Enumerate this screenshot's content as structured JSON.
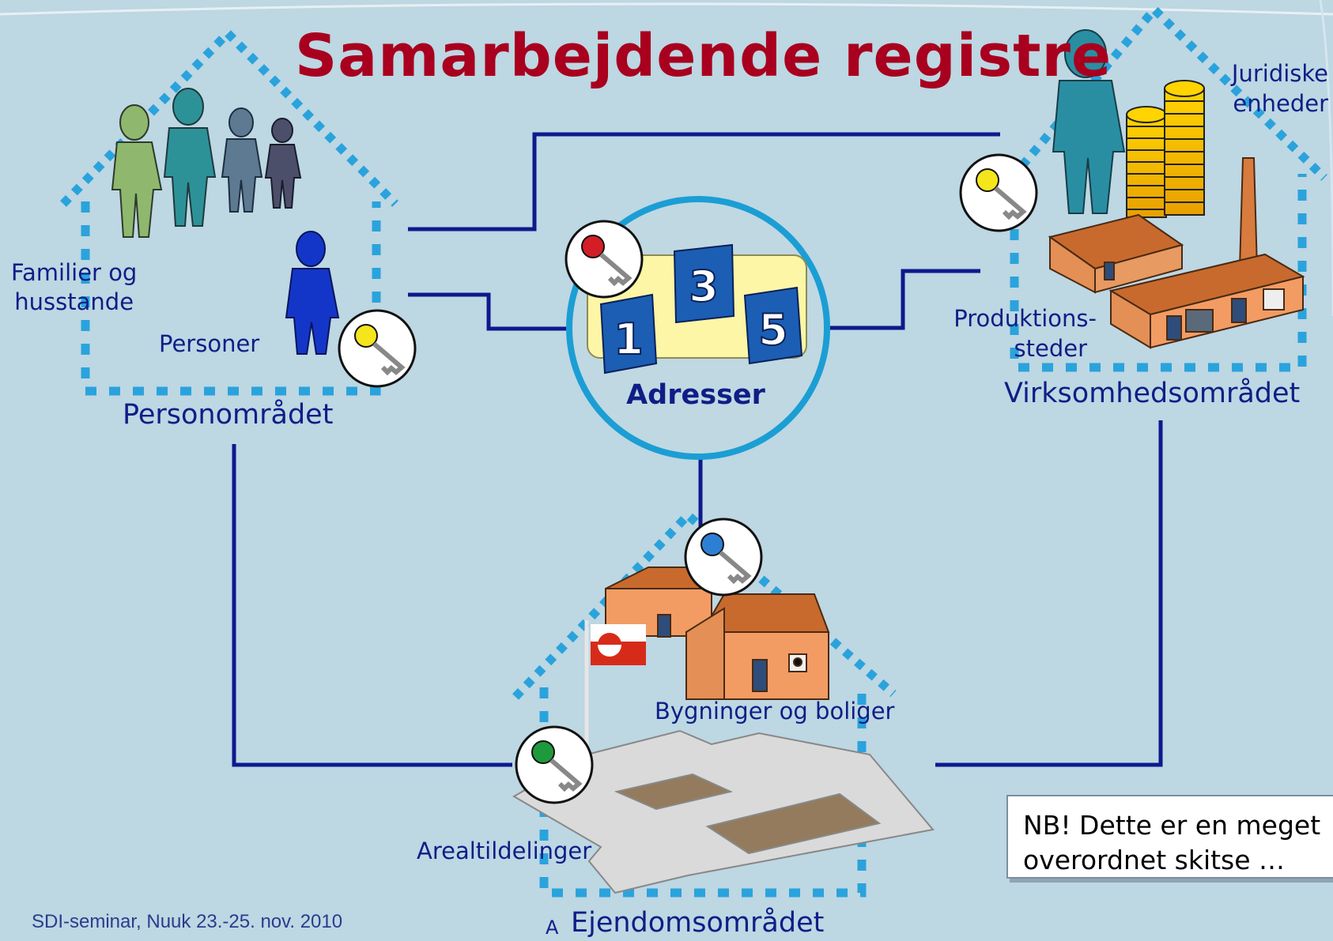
{
  "title": "Samarbejdende registre",
  "center": {
    "label": "Adresser",
    "cards": [
      "1",
      "3",
      "5"
    ]
  },
  "areas": {
    "person": "Personområdet",
    "business": "Virksomhedsområdet",
    "property": "Ejendomsområdet",
    "property_prefix": "A"
  },
  "labels": {
    "families": [
      "Familier og",
      "husstande"
    ],
    "persons": "Personer",
    "legal_entities": [
      "Juridiske",
      "enheder"
    ],
    "production_sites": [
      "Produktions-",
      "steder"
    ],
    "buildings": "Bygninger og boliger",
    "land_allocations": "Arealtildelinger"
  },
  "note": [
    "NB! Dette er en meget",
    "overordnet skitse …"
  ],
  "footer": "SDI-seminar, Nuuk 23.-25. nov. 2010",
  "colors": {
    "background": "#bdd7e3",
    "title": "#a8001e",
    "lines": "#0d1a8c",
    "dots": "#2aa3dc",
    "key_center": "#d31e25",
    "key_person": "#f4e51c",
    "key_business": "#f4e51c",
    "key_buildings": "#2d7fd4",
    "key_land": "#1e9a3c"
  }
}
